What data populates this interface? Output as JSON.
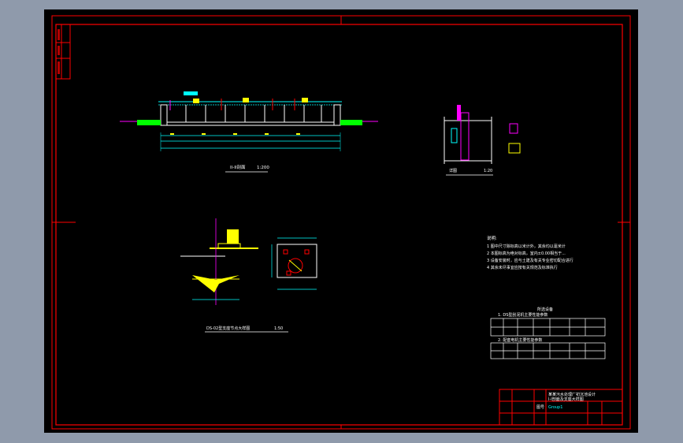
{
  "drawing": {
    "view1_title": "II-II剖面",
    "view1_scale": "1:200",
    "view2_title": "DS-02型支座节点大样图",
    "view2_scale": "1:50",
    "view3_title": "详图",
    "view3_scale": "1:20",
    "notes_title": "说明:",
    "notes": [
      "1 图中尺寸除标高以米计外，其余均以毫米计",
      "2 本图标高为绝对标高，室内±0.00相当于...",
      "3 设备安装时，应与土建及有关专业密切配合进行",
      "4 其余未尽事宜应按有关规范及标准执行"
    ],
    "equipment_title": "所选设备",
    "equipment_1": "1. DS型刮泥机主要性能参数",
    "equipment_2": "2. 配套电机主要性能参数",
    "tb_title": "某某污水处理厂初沉池设计",
    "tb_subtitle": "I-I剖面及支座大样图",
    "tb_drawing_no": "图号",
    "tb_dept": "Group1"
  },
  "colors": {
    "frame": "#ff0000",
    "background": "#000000",
    "desktop": "#8f9aab",
    "structure": "#ffffff",
    "dimension": "#00ffff",
    "highlight": "#ffff00",
    "pipe": "#00ff00",
    "detail": "#ff00ff"
  }
}
